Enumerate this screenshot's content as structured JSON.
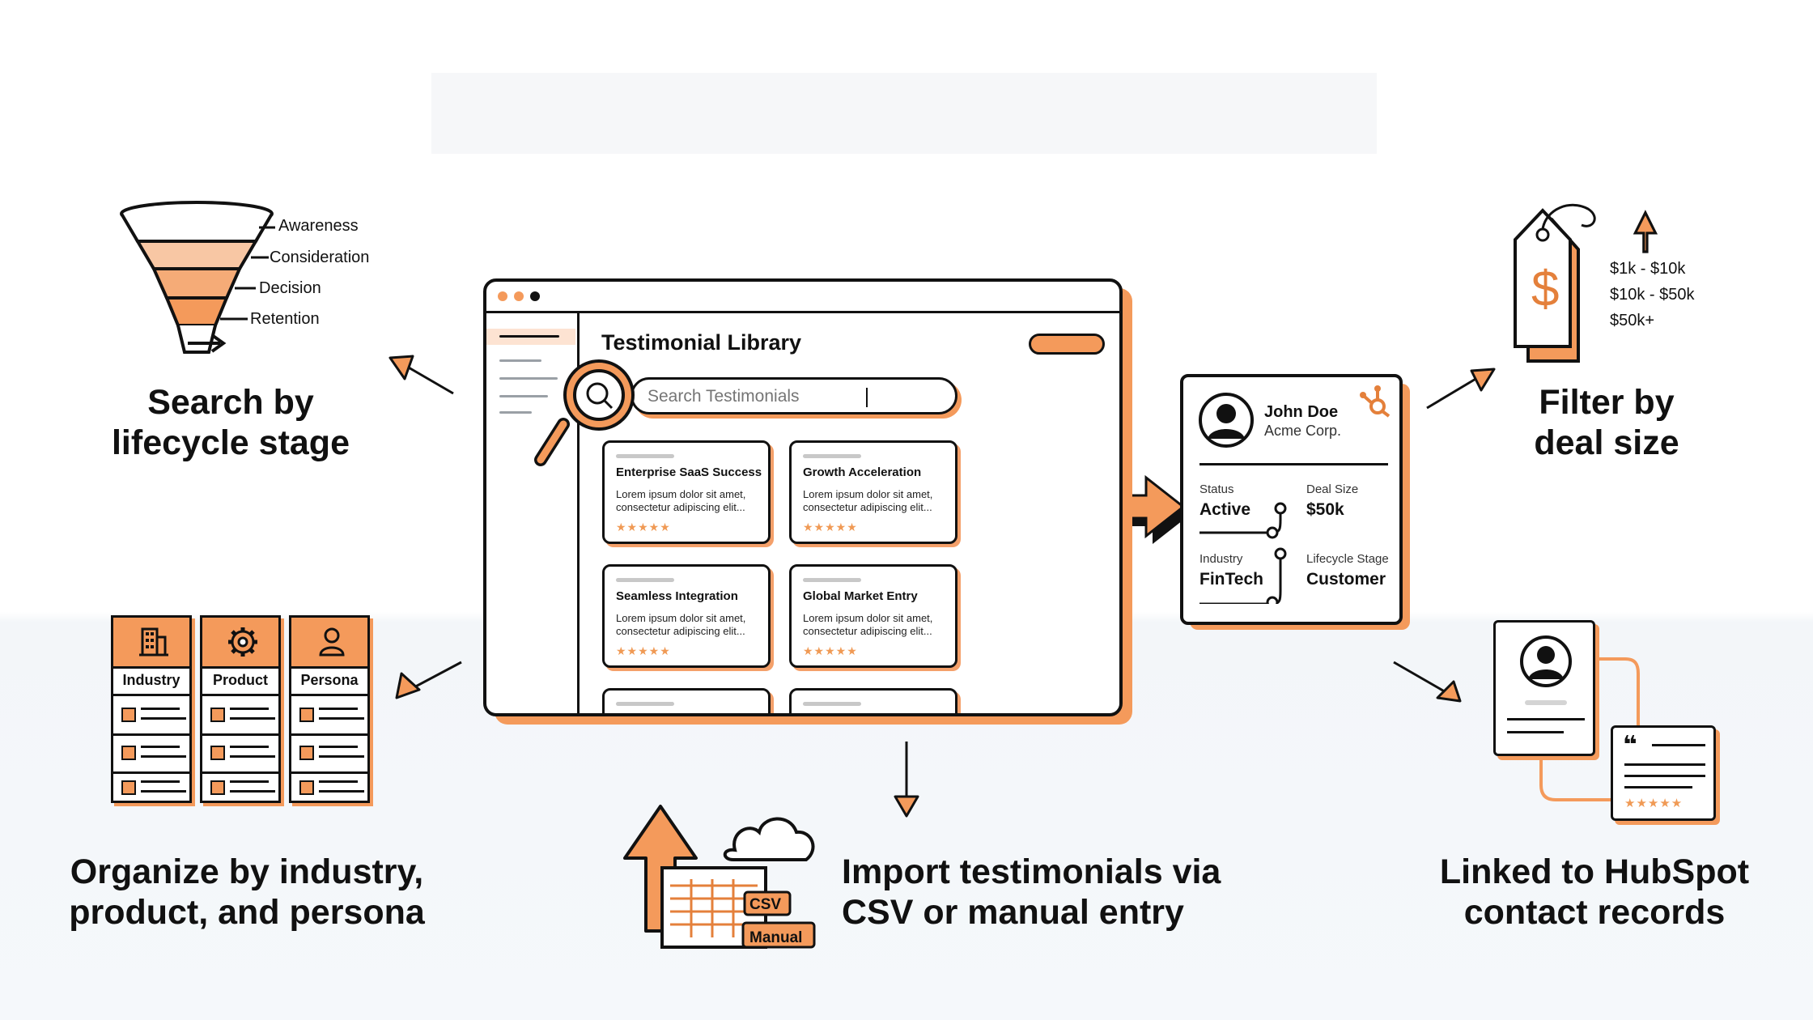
{
  "window": {
    "title": "Testimonial Library",
    "search_placeholder": "Search Testimonials",
    "cards": [
      {
        "title": "Enterprise SaaS Success",
        "body": "Lorem ipsum dolor sit amet, consectetur adipiscing elit...",
        "stars": "★★★★★"
      },
      {
        "title": "Growth Acceleration",
        "body": "Lorem ipsum dolor sit amet, consectetur adipiscing elit...",
        "stars": "★★★★★"
      },
      {
        "title": "Seamless Integration",
        "body": "Lorem ipsum dolor sit amet, consectetur adipiscing elit...",
        "stars": "★★★★★"
      },
      {
        "title": "Global Market Entry",
        "body": "Lorem ipsum dolor sit amet, consectetur adipiscing elit...",
        "stars": "★★★★★"
      }
    ]
  },
  "funnel": {
    "stages": [
      "Awareness",
      "Consideration",
      "Decision",
      "Retention"
    ],
    "caption_line1": "Search by",
    "caption_line2": "lifecycle stage"
  },
  "deal_size": {
    "ranges": [
      "$1k - $10k",
      "$10k - $50k",
      "$50k+"
    ],
    "tag_symbol": "$",
    "caption_line1": "Filter by",
    "caption_line2": "deal size"
  },
  "contact": {
    "name": "John Doe",
    "company": "Acme Corp.",
    "fields": [
      {
        "label": "Status",
        "value": "Active"
      },
      {
        "label": "Deal Size",
        "value": "$50k"
      },
      {
        "label": "Industry",
        "value": "FinTech"
      },
      {
        "label": "Lifecycle Stage",
        "value": "Customer"
      }
    ]
  },
  "categories": {
    "columns": [
      "Industry",
      "Product",
      "Persona"
    ],
    "caption_line1": "Organize by industry,",
    "caption_line2": "product, and persona"
  },
  "import": {
    "tags": [
      "CSV",
      "Manual"
    ],
    "caption_line1": "Import testimonials via",
    "caption_line2": "CSV or manual entry"
  },
  "hubspot": {
    "stars": "★★★★★",
    "quote_mark": "❝",
    "caption_line1": "Linked to HubSpot",
    "caption_line2": "contact records"
  },
  "colors": {
    "accent": "#f49a5b",
    "ink": "#111111"
  }
}
